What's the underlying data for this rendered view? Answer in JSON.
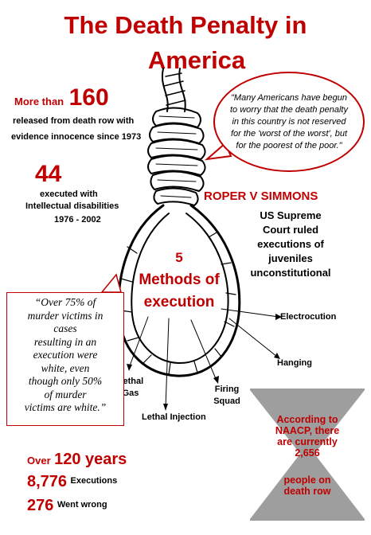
{
  "title": {
    "line1": "The Death Penalty in",
    "line2": "America"
  },
  "stat_exonerated": {
    "prefix": "More than",
    "number": "160",
    "line1": "released from death row with",
    "line2": "evidence innocence since 1973"
  },
  "stat_disabilities": {
    "number": "44",
    "line1": "executed with",
    "line2": "Intellectual disabilities",
    "years": "1976 - 2002"
  },
  "quote_poor": "\"Many Americans have begun to worry that the death penalty in this country is not reserved for the 'worst of the worst', but for the poorest of the poor.\"",
  "case": {
    "name": "ROPER V SIMMONS",
    "l1": "US Supreme",
    "l2": "Court ruled",
    "l3": "executions of",
    "l4": "juveniles",
    "l5": "unconstitutional"
  },
  "methods": {
    "number": "5",
    "line1": "Methods of",
    "line2": "execution"
  },
  "method_labels": {
    "lethal_gas_1": "Lethal",
    "lethal_gas_2": "Gas",
    "lethal_injection": "Lethal Injection",
    "firing_1": "Firing",
    "firing_2": "Squad",
    "electrocution": "Electrocution",
    "hanging": "Hanging"
  },
  "quote_victims": {
    "l1": "“Over 75% of",
    "l2": "murder victims in",
    "l3": "cases",
    "l4": "resulting in an",
    "l5": "execution were",
    "l6": "white, even",
    "l7": "though only 50%",
    "l8": "of murder",
    "l9": "victims are white.”"
  },
  "bottom_stats": {
    "over": "Over",
    "years": "120 years",
    "executions_num": "8,776",
    "executions_label": "Executions",
    "wrong_num": "276",
    "wrong_label": "Went wrong"
  },
  "naacp": {
    "l1": "According to",
    "l2": "NAACP, there",
    "l3": "are currently",
    "l4": "2,656",
    "l5": "people on",
    "l6": "death row"
  }
}
